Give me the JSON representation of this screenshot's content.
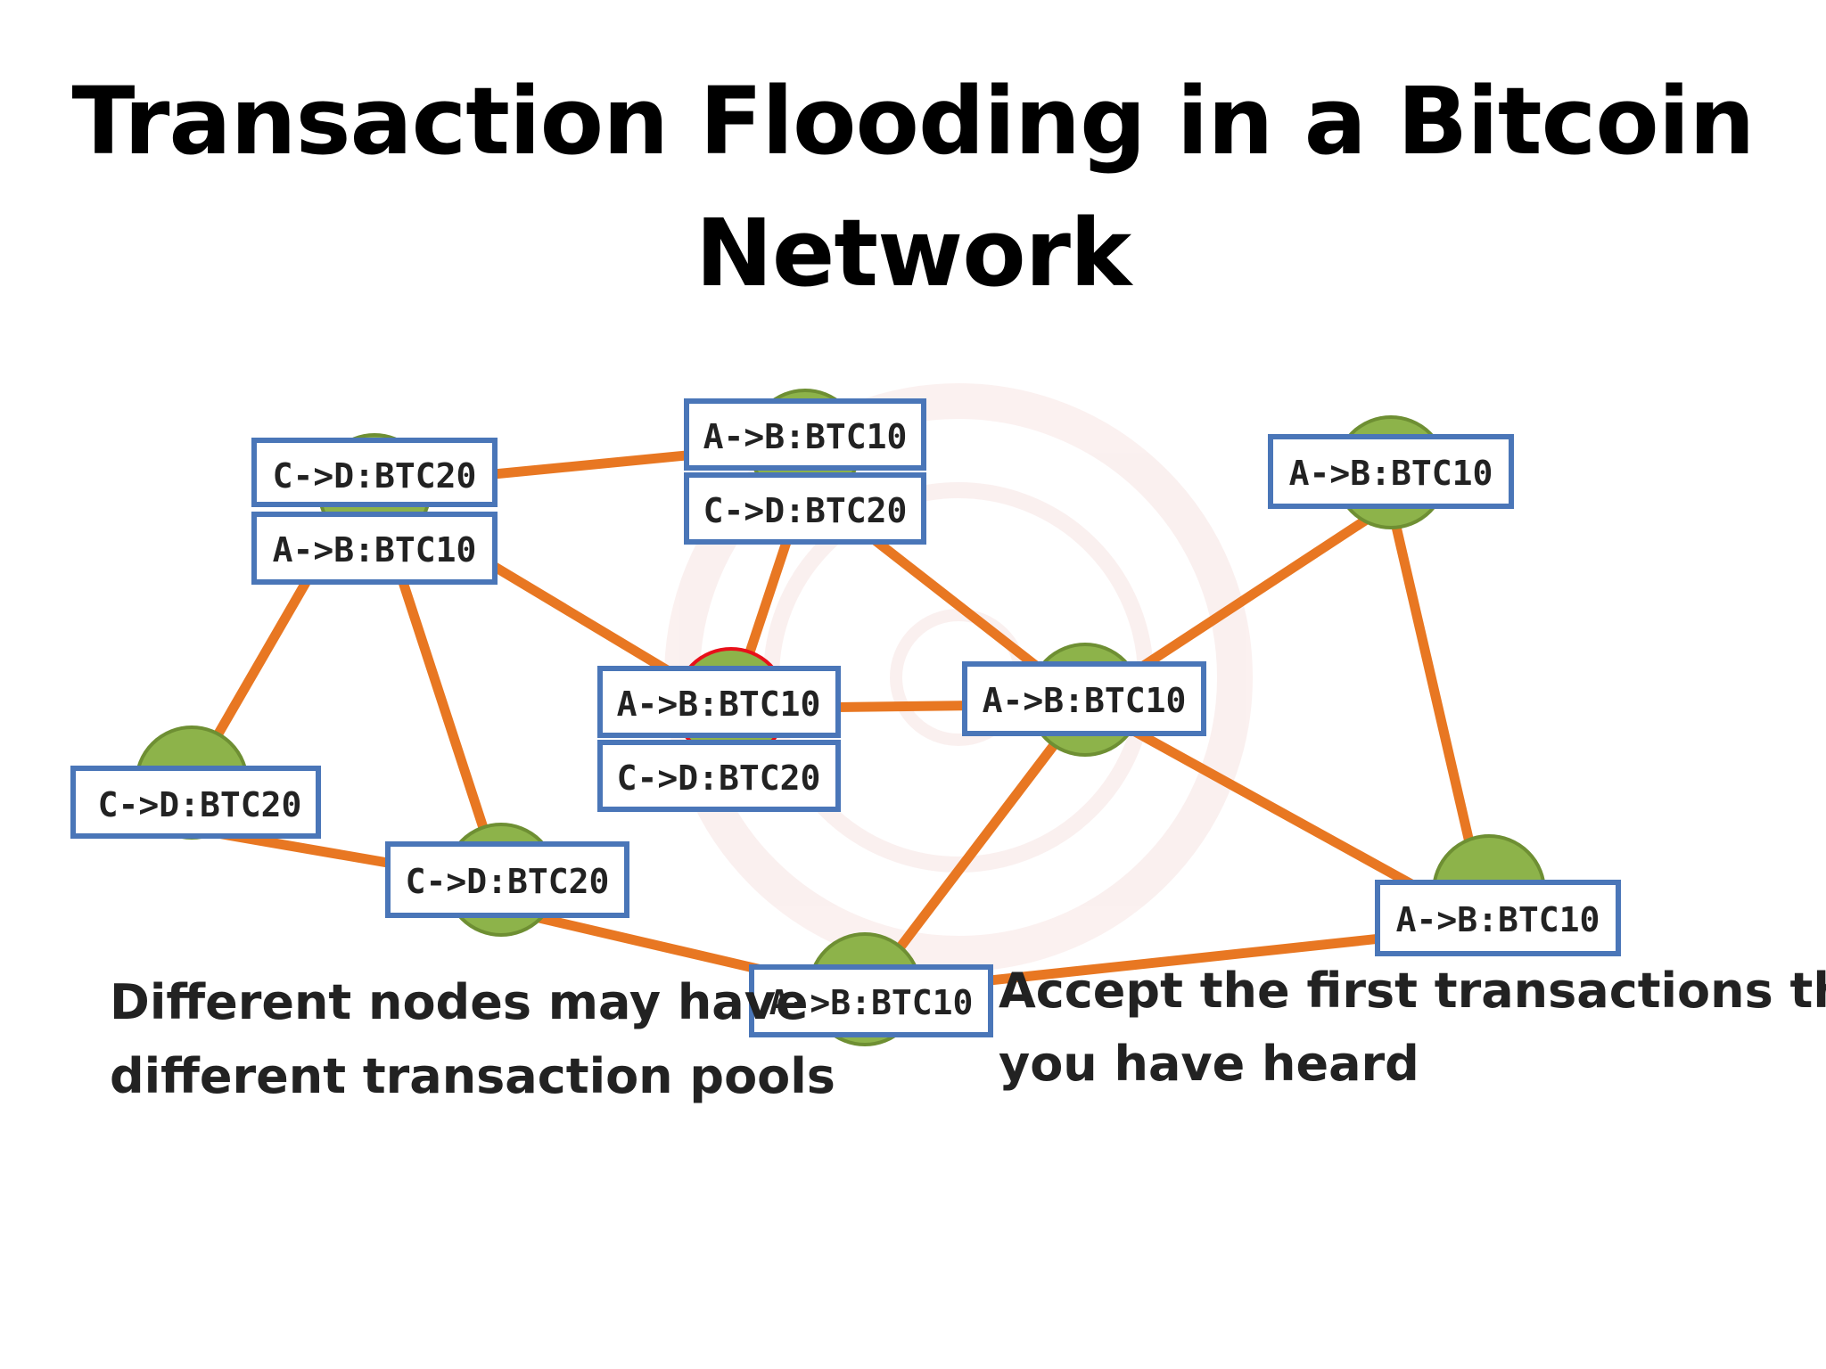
{
  "title": "Transaction Flooding in a Bitcoin Network",
  "colors": {
    "edge": "#e87722",
    "node_fill": "#8db34a",
    "node_stroke": "#6e8f33",
    "origin_stroke": "#e8101a",
    "box_stroke": "#4a76b8",
    "box_fill": "#ffffff",
    "text": "#222222",
    "watermark": "#c0392b"
  },
  "tx_labels": {
    "ab": "A->B:BTC10",
    "cd": "C->D:BTC20"
  },
  "captions": {
    "left": [
      "Different nodes may have",
      "different transaction pools"
    ],
    "right": [
      "Accept the first transactions that",
      "you have heard"
    ]
  }
}
